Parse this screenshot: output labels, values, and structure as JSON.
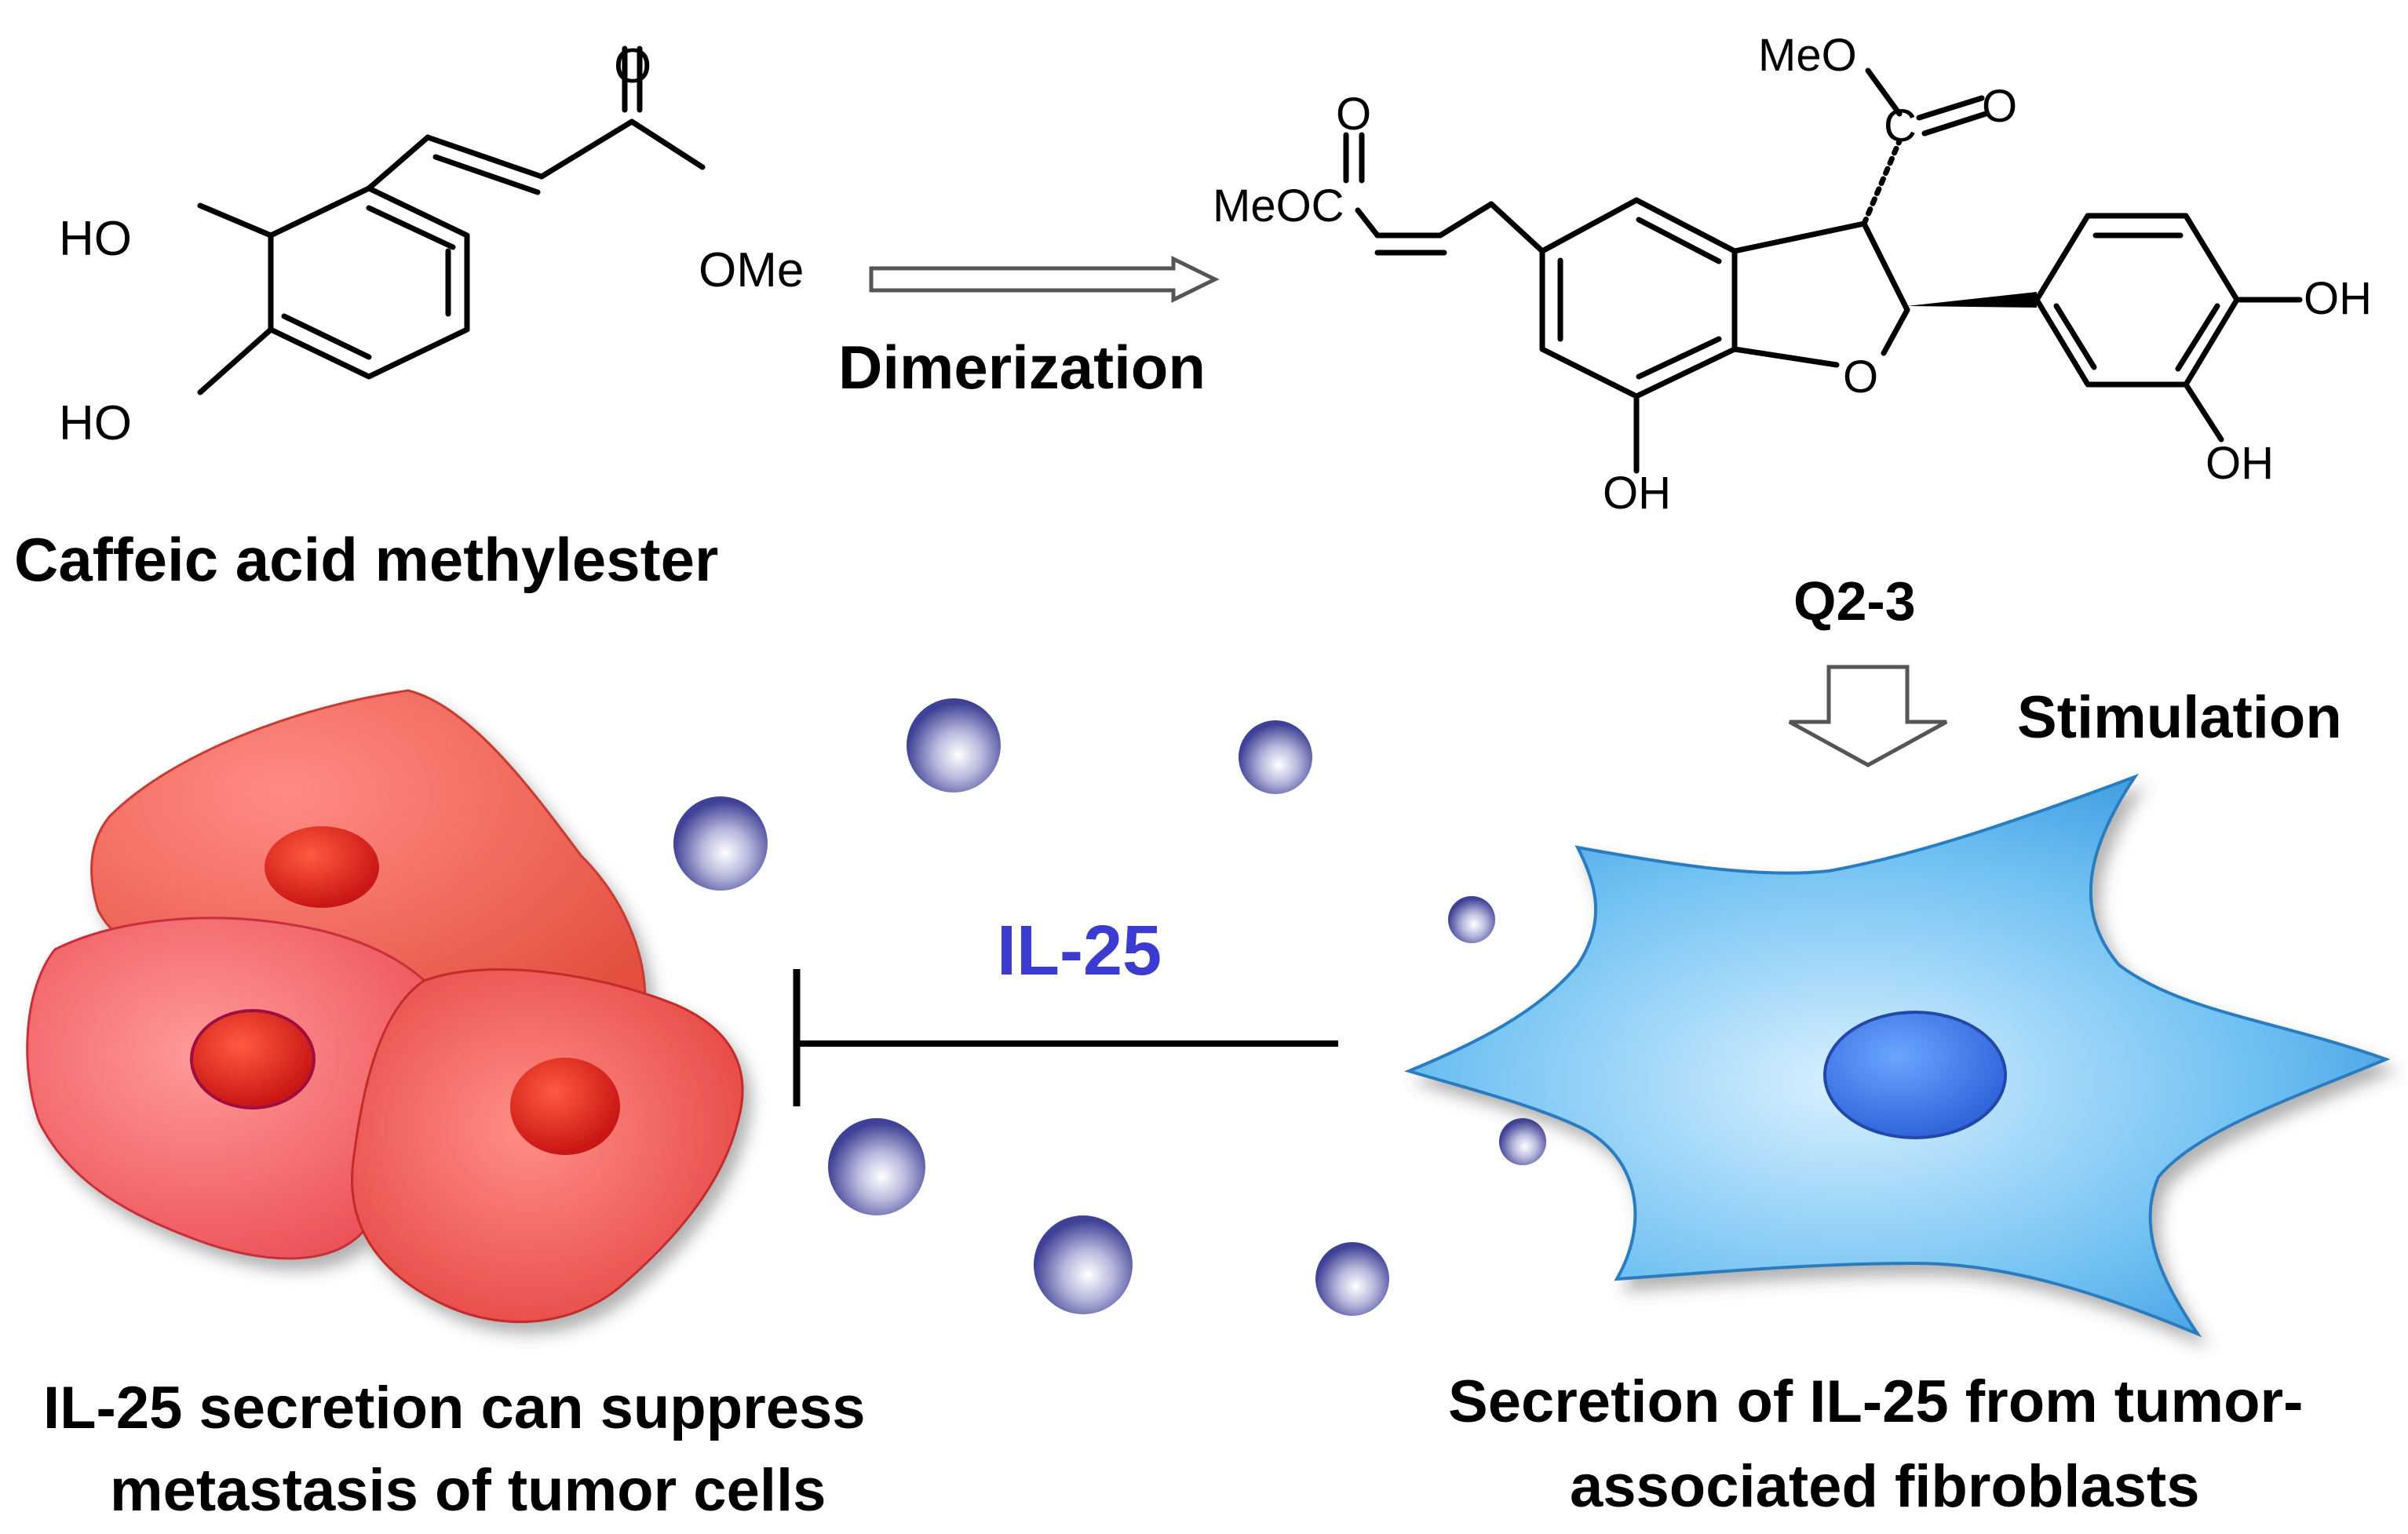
{
  "reactant": {
    "name": "Caffeic acid methylester",
    "atoms": {
      "ho_top": "HO",
      "ho_bottom": "HO",
      "carbonyl_o": "O",
      "ome": "OMe"
    }
  },
  "reaction_arrow": {
    "label": "Dimerization"
  },
  "product": {
    "name": "Q2-3",
    "atoms": {
      "meo_top": "MeO",
      "ester_c": "C",
      "ester_o": "O",
      "left_o": "O",
      "meoc": "MeOC",
      "ring_o": "O",
      "oh_bottom": "OH",
      "oh_right_top": "OH",
      "oh_right_bottom": "OH"
    }
  },
  "stimulation_arrow": {
    "label": "Stimulation"
  },
  "signal": {
    "label": "IL-25",
    "color": "#3b3bd0"
  },
  "tumor_caption": {
    "line1": "IL-25 secretion can suppress",
    "line2": "metastasis of tumor cells"
  },
  "fibroblast_caption": {
    "line1": "Secretion of IL-25 from tumor-",
    "line2": "associated fibroblasts"
  },
  "colors": {
    "tumor": "#e8423a",
    "fibroblast": "#4aa6e6",
    "particle": "#4b4fa8"
  }
}
